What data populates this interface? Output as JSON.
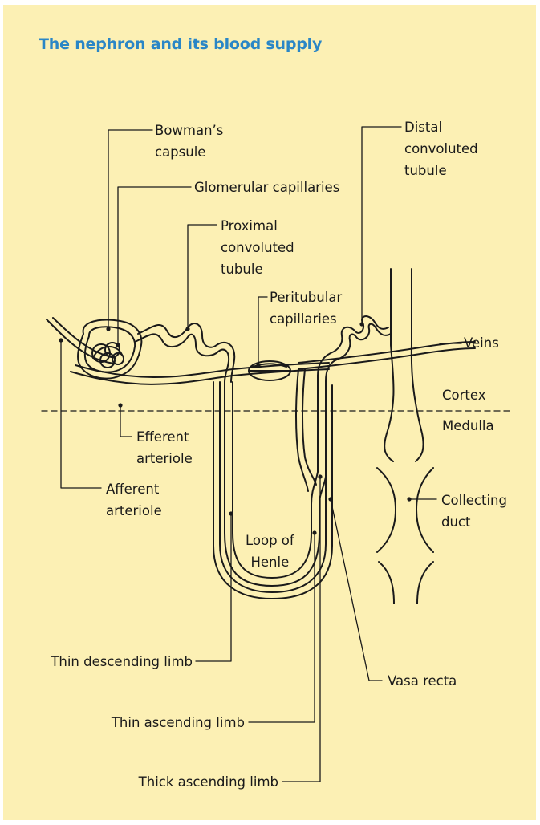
{
  "title": "The nephron and its blood supply",
  "labels": {
    "bowmans_capsule": "Bowman’s\ncapsule",
    "glomerular_capillaries": "Glomerular capillaries",
    "proximal_tubule": "Proximal\nconvoluted\ntubule",
    "peritubular_capillaries": "Peritubular\ncapillaries",
    "distal_tubule": "Distal\nconvoluted\ntubule",
    "veins": "Veins",
    "cortex": "Cortex",
    "medulla": "Medulla",
    "efferent_arteriole": "Efferent\narteriole",
    "afferent_arteriole": "Afferent\narteriole",
    "collecting_duct": "Collecting\nduct",
    "loop_of_henle": "Loop of\nHenle",
    "thin_descending_limb": "Thin descending limb",
    "vasa_recta": "Vasa recta",
    "thin_ascending_limb": "Thin ascending limb",
    "thick_ascending_limb": "Thick ascending limb"
  },
  "colors": {
    "background": "#fcf0b4",
    "title": "#2a86c6",
    "line": "#1a1a1a"
  }
}
